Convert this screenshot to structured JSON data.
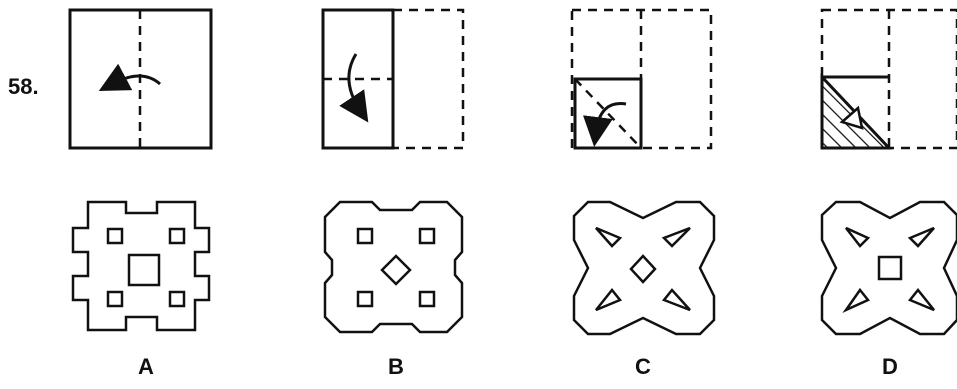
{
  "question": {
    "number": "58."
  },
  "folding_steps": [
    {
      "step": 1,
      "fold": "right-half-over-left"
    },
    {
      "step": 2,
      "fold": "top-half-down"
    },
    {
      "step": 3,
      "fold": "diagonal-corner-fold"
    },
    {
      "step": 4,
      "pattern": "hatched-triangle-with-triangular-cut"
    }
  ],
  "options": [
    {
      "label": "A"
    },
    {
      "label": "B"
    },
    {
      "label": "C"
    },
    {
      "label": "D"
    }
  ]
}
